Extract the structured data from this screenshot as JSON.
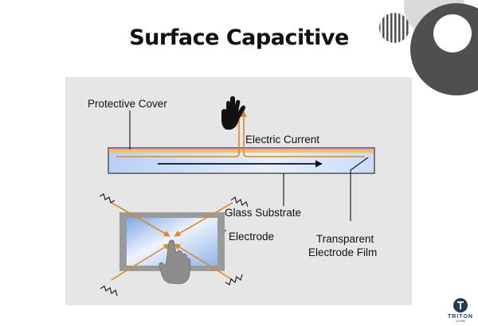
{
  "title": "Surface Capacitive",
  "labels": {
    "protective_cover": "Protective Cover",
    "electric_current": "Electric Current",
    "glass_substrate": "Glass Substrate",
    "electrode": "Electrode",
    "transparent_film_line1": "Transparent",
    "transparent_film_line2": "Electrode Film"
  },
  "logo": {
    "name": "TRITON",
    "tagline": "STORE"
  },
  "icons": [
    "hand-pointer-icon",
    "finger-touch-icon",
    "resistor-zigzag-icon",
    "striped-circle-decoration",
    "triton-logo-icon"
  ],
  "colors": {
    "panel_bg": "#e6e6e6",
    "arrow_orange": "#d98a2b",
    "cover_pink": "#f2a2c8",
    "film_yellow": "#f4c542",
    "glass_blue": "#c9dcf7",
    "decor_gray": "#4f4f4f"
  }
}
